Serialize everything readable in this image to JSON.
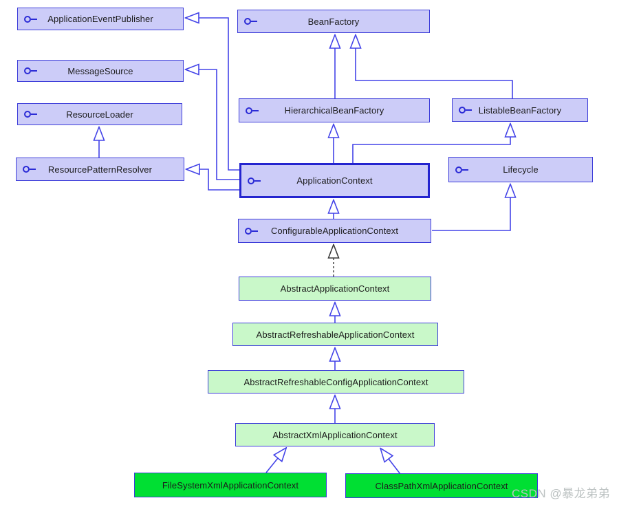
{
  "diagram": {
    "kind": "uml-class-diagram",
    "subject": "Spring ApplicationContext interface and class hierarchy",
    "nodes": [
      {
        "id": "application-event-publisher",
        "label": "ApplicationEventPublisher",
        "stereotype": "interface"
      },
      {
        "id": "bean-factory",
        "label": "BeanFactory",
        "stereotype": "interface"
      },
      {
        "id": "message-source",
        "label": "MessageSource",
        "stereotype": "interface"
      },
      {
        "id": "resource-loader",
        "label": "ResourceLoader",
        "stereotype": "interface"
      },
      {
        "id": "hierarchical-bean-factory",
        "label": "HierarchicalBeanFactory",
        "stereotype": "interface"
      },
      {
        "id": "listable-bean-factory",
        "label": "ListableBeanFactory",
        "stereotype": "interface"
      },
      {
        "id": "resource-pattern-resolver",
        "label": "ResourcePatternResolver",
        "stereotype": "interface"
      },
      {
        "id": "application-context",
        "label": "ApplicationContext",
        "stereotype": "interface"
      },
      {
        "id": "lifecycle",
        "label": "Lifecycle",
        "stereotype": "interface"
      },
      {
        "id": "configurable-application-context",
        "label": "ConfigurableApplicationContext",
        "stereotype": "interface"
      },
      {
        "id": "abstract-application-context",
        "label": "AbstractApplicationContext",
        "stereotype": "abstract-class"
      },
      {
        "id": "abstract-refreshable-application-context",
        "label": "AbstractRefreshableApplicationContext",
        "stereotype": "abstract-class"
      },
      {
        "id": "abstract-refreshable-config-application-context",
        "label": "AbstractRefreshableConfigApplicationContext",
        "stereotype": "abstract-class"
      },
      {
        "id": "abstract-xml-application-context",
        "label": "AbstractXmlApplicationContext",
        "stereotype": "abstract-class"
      },
      {
        "id": "file-system-xml-application-context",
        "label": "FileSystemXmlApplicationContext",
        "stereotype": "concrete-class"
      },
      {
        "id": "class-path-xml-application-context",
        "label": "ClassPathXmlApplicationContext",
        "stereotype": "concrete-class"
      }
    ],
    "edges": [
      {
        "from": "HierarchicalBeanFactory",
        "to": "BeanFactory",
        "relation": "extends"
      },
      {
        "from": "ListableBeanFactory",
        "to": "BeanFactory",
        "relation": "extends"
      },
      {
        "from": "ApplicationContext",
        "to": "HierarchicalBeanFactory",
        "relation": "extends"
      },
      {
        "from": "ApplicationContext",
        "to": "ListableBeanFactory",
        "relation": "extends"
      },
      {
        "from": "ApplicationContext",
        "to": "ApplicationEventPublisher",
        "relation": "extends"
      },
      {
        "from": "ApplicationContext",
        "to": "MessageSource",
        "relation": "extends"
      },
      {
        "from": "ApplicationContext",
        "to": "ResourcePatternResolver",
        "relation": "extends"
      },
      {
        "from": "ResourcePatternResolver",
        "to": "ResourceLoader",
        "relation": "extends"
      },
      {
        "from": "ConfigurableApplicationContext",
        "to": "ApplicationContext",
        "relation": "extends"
      },
      {
        "from": "ConfigurableApplicationContext",
        "to": "Lifecycle",
        "relation": "extends"
      },
      {
        "from": "AbstractApplicationContext",
        "to": "ConfigurableApplicationContext",
        "relation": "implements"
      },
      {
        "from": "AbstractRefreshableApplicationContext",
        "to": "AbstractApplicationContext",
        "relation": "extends"
      },
      {
        "from": "AbstractRefreshableConfigApplicationContext",
        "to": "AbstractRefreshableApplicationContext",
        "relation": "extends"
      },
      {
        "from": "AbstractXmlApplicationContext",
        "to": "AbstractRefreshableConfigApplicationContext",
        "relation": "extends"
      },
      {
        "from": "FileSystemXmlApplicationContext",
        "to": "AbstractXmlApplicationContext",
        "relation": "extends"
      },
      {
        "from": "ClassPathXmlApplicationContext",
        "to": "AbstractXmlApplicationContext",
        "relation": "extends"
      }
    ],
    "colors": {
      "interface_fill": "#ccccf8",
      "interface_border": "#3c3cd9",
      "highlight_border": "#2424cf",
      "abstract_class_fill": "#c9f8c9",
      "concrete_class_fill": "#00df33",
      "edge_line": "#4343e8",
      "realization_line": "#3a3a3a",
      "text": "#1b1b1b",
      "watermark_text": "#bcc2c2"
    },
    "watermark": "CSDN @暴龙弟弟"
  }
}
